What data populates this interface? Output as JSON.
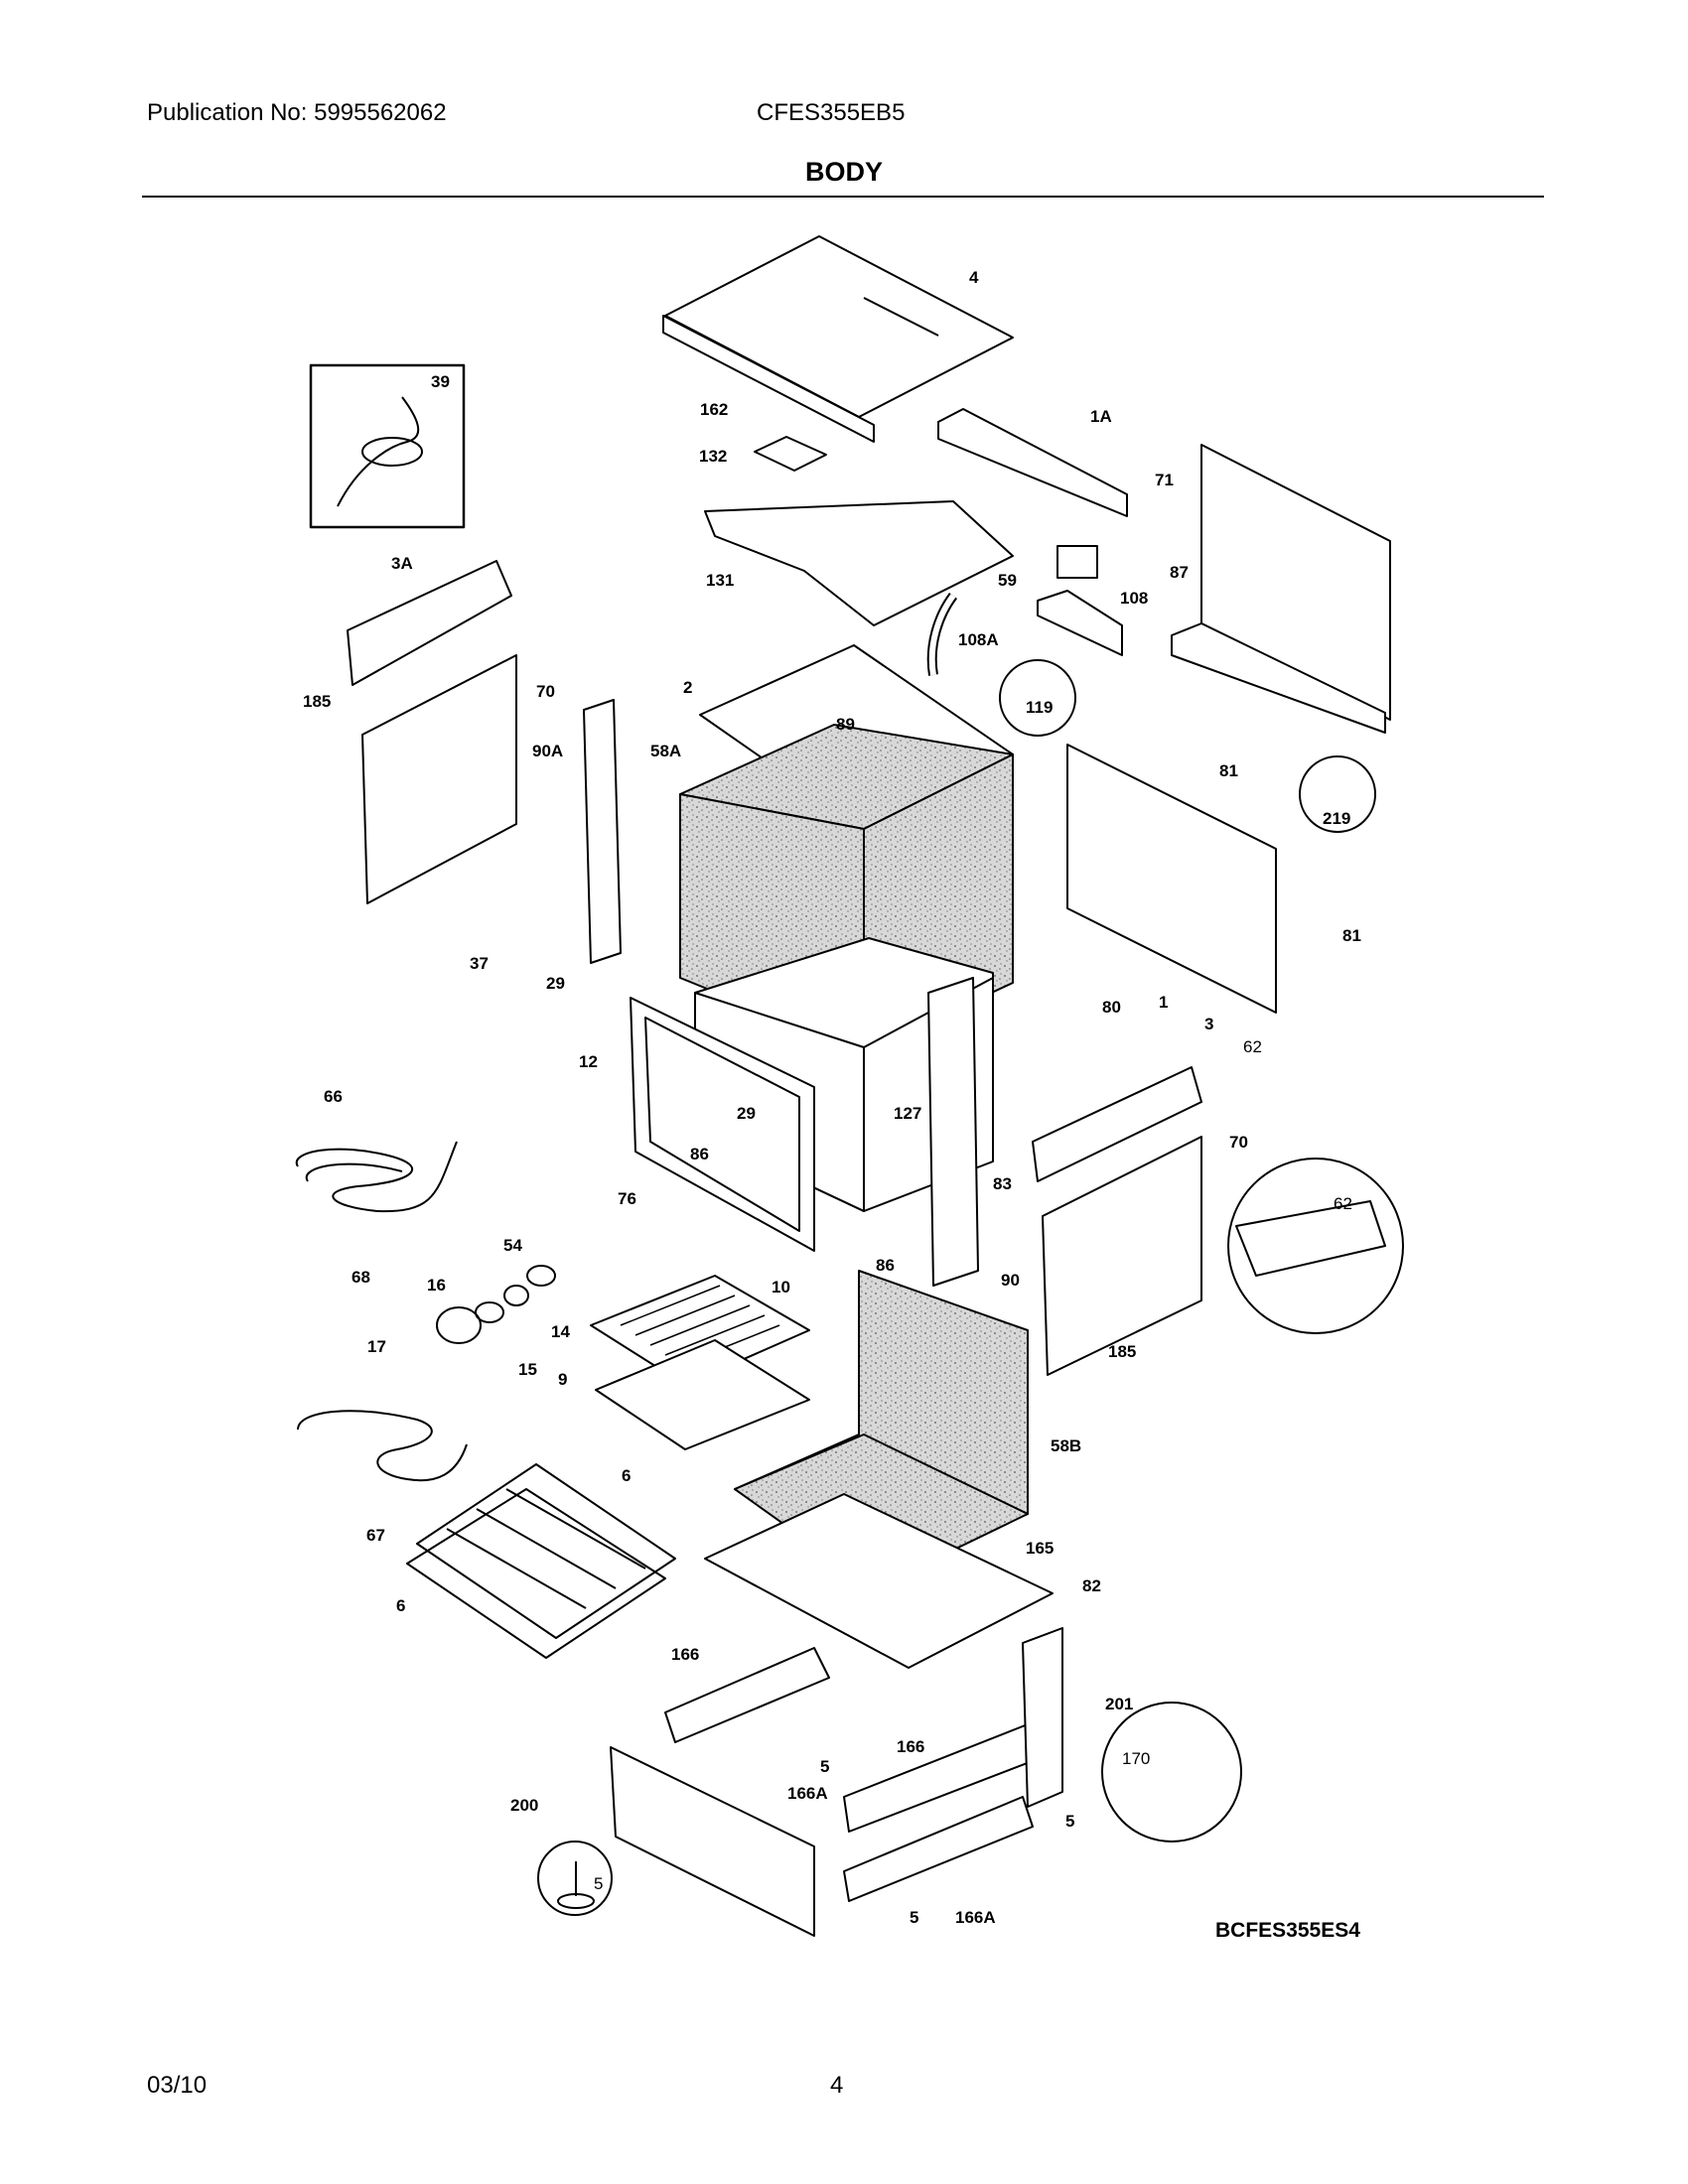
{
  "header": {
    "publication": "Publication No: 5995562062",
    "model": "CFES355EB5",
    "section_title": "BODY"
  },
  "diagram": {
    "code": "BCFES355ES4",
    "callouts": [
      "4",
      "162",
      "132",
      "1A",
      "71",
      "39",
      "131",
      "59",
      "108",
      "87",
      "108A",
      "3A",
      "2",
      "89",
      "119",
      "81",
      "219",
      "185",
      "70",
      "90A",
      "58A",
      "37",
      "29",
      "12",
      "66",
      "29",
      "127",
      "86",
      "76",
      "83",
      "3",
      "62",
      "70",
      "68",
      "54",
      "16",
      "10",
      "14",
      "15",
      "17",
      "9",
      "86",
      "90",
      "62",
      "185",
      "58B",
      "6",
      "67",
      "6",
      "165",
      "82",
      "166",
      "201",
      "5",
      "170",
      "166",
      "200",
      "166A",
      "5",
      "5",
      "166A",
      "5",
      "1",
      "80",
      "81"
    ]
  },
  "footer": {
    "date": "03/10",
    "page": "4"
  }
}
